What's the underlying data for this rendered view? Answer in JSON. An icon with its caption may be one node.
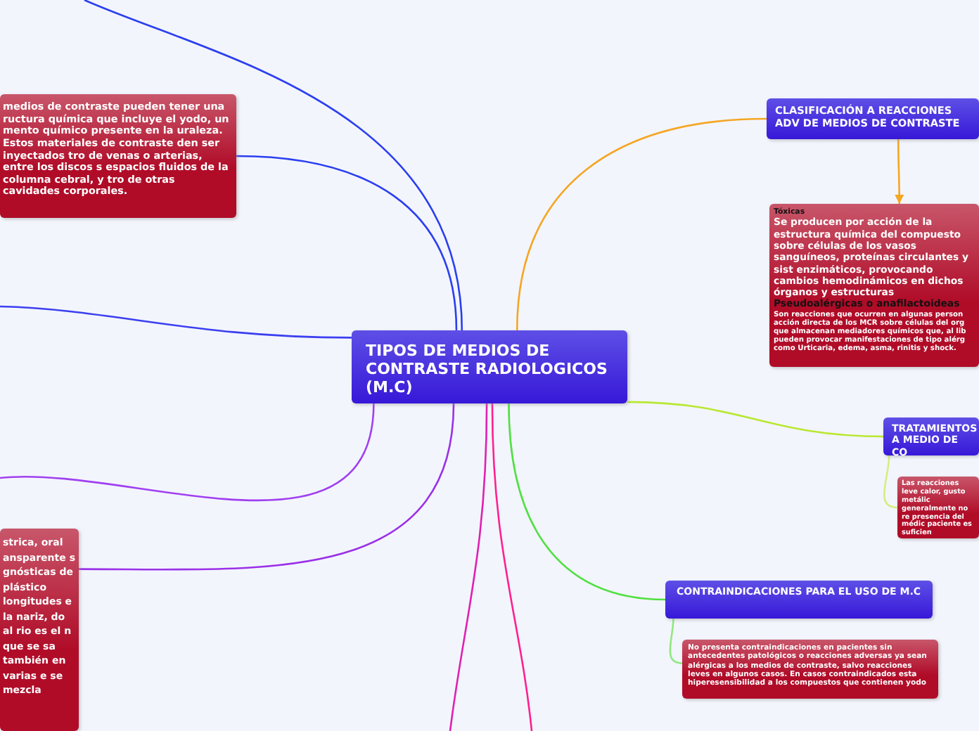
{
  "diagram": {
    "nodes": [
      {
        "text": [
          "TIPOS DE MEDIOS DE CONTRASTE RADIOLOGICOS (M.C)"
        ]
      },
      {
        "text": [
          "medios de contraste pueden tener una ructura química que incluye el yodo, un mento químico presente en la uraleza. Estos materiales de contraste den ser inyectados tro de venas o arterias, entre los discos s espacios fluidos de la columna cebral, y tro de otras cavidades corporales."
        ]
      },
      {
        "text": [
          "strica, oral ansparente s gnósticas de plástico longitudes e la nariz, do al rio es el n que se sa también en varias e se mezcla"
        ]
      },
      {
        "text": [
          "CLASIFICACIÓN A REACCIONES ADV DE MEDIOS DE CONTRASTE"
        ]
      },
      {
        "text": [
          "Tóxicas",
          "Se producen por acción de la estructura química del compuesto sobre células de los vasos sanguíneos, proteínas circulantes y sist enzimáticos, provocando cambios hemodinámicos en dichos órganos y estructuras",
          "Pseudoalérgicas o anafilactoideas",
          "Son reacciones que ocurren en algunas person acción directa de los MCR sobre células del org que almacenan mediadores químicos que, al lib pueden provocar manifestaciones de tipo alérg como Urticaria, edema, asma, rinitis y shock."
        ]
      },
      {
        "text": [
          "TRATAMIENTOS A MEDIO DE CO"
        ]
      },
      {
        "text": [
          "Las reacciones leve calor, gusto metálic generalmente no re presencia del médic paciente es suficien"
        ]
      },
      {
        "text": [
          "CONTRAINDICACIONES PARA EL USO DE M.C"
        ]
      },
      {
        "text": [
          "No presenta contraindicaciones en pacientes sin antecedentes patológicos o reacciones adversas ya sean alérgicas a los medios de contraste, salvo reacciones leves en algunos casos. En casos contraindicados esta hiperesensibilidad a los compuestos que contienen yodo"
        ]
      }
    ],
    "edges": [
      {
        "from": 0,
        "to": null,
        "arrow": "none",
        "color": "#2a3ff0"
      },
      {
        "from": 0,
        "to": 1,
        "arrow": "none",
        "color": "#2a3ff0"
      },
      {
        "from": 0,
        "to": null,
        "arrow": "none",
        "color": "#3b3ff0"
      },
      {
        "from": 0,
        "to": null,
        "arrow": "none",
        "color": "#a040f0"
      },
      {
        "from": 0,
        "to": 2,
        "arrow": "none",
        "color": "#9a30e8"
      },
      {
        "from": 0,
        "to": null,
        "arrow": "none",
        "color": "#e020b0"
      },
      {
        "from": 0,
        "to": null,
        "arrow": "none",
        "color": "#ff2090"
      },
      {
        "from": 0,
        "to": 7,
        "arrow": "none",
        "color": "#50e040"
      },
      {
        "from": 0,
        "to": 5,
        "arrow": "none",
        "color": "#b8e830"
      },
      {
        "from": 0,
        "to": 3,
        "arrow": "none",
        "color": "#f5a623"
      },
      {
        "from": 3,
        "to": 4,
        "arrow": "to",
        "color": "#f5a623"
      },
      {
        "from": 5,
        "to": 6,
        "arrow": "none",
        "color": "#d8ec80"
      },
      {
        "from": 7,
        "to": 8,
        "arrow": "none",
        "color": "#90e880"
      }
    ]
  }
}
